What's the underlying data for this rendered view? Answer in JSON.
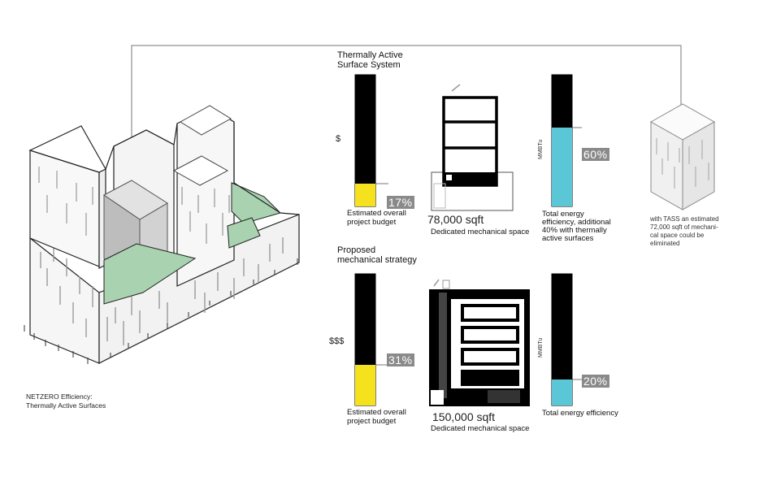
{
  "tass": {
    "title_line1": "Thermally Active",
    "title_line2": "Surface System",
    "cost_symbol": "$",
    "cost_percent": "17%",
    "cost_caption_line1": "Estimated overall",
    "cost_caption_line2": "project budget",
    "mech_area": "78,000 sqft",
    "mech_caption": "Dedicated mechanical space",
    "energy_unit": "MMBTu",
    "energy_percent": "60%",
    "energy_caption_line1": "Total energy",
    "energy_caption_line2": "efficiency, additional",
    "energy_caption_line3": "40% with thermally",
    "energy_caption_line4": "active surfaces",
    "cube_caption_line1": "with TASS an estimated",
    "cube_caption_line2": "72,000 sqft of mechani-",
    "cube_caption_line3": "cal space could be",
    "cube_caption_line4": "eliminated"
  },
  "proposed": {
    "title_line1": "Proposed",
    "title_line2": "mechanical strategy",
    "cost_symbol": "$$$",
    "cost_percent": "31%",
    "cost_caption_line1": "Estimated overall",
    "cost_caption_line2": "project budget",
    "mech_area": "150,000 sqft",
    "mech_caption": "Dedicated mechanical space",
    "energy_unit": "MMBTu",
    "energy_percent": "20%",
    "energy_caption": "Total energy efficiency"
  },
  "legend": {
    "line1": "NETZERO Efficiency:",
    "line2": "Thermally Active Surfaces"
  },
  "bars": {
    "tass_cost_fraction": 0.17,
    "tass_energy_fraction": 0.6,
    "proposed_cost_fraction": 0.31,
    "proposed_energy_fraction": 0.2
  },
  "colors": {
    "bar_black": "#000000",
    "cost_yellow": "#f5e11d",
    "energy_cyan": "#5bc7d6",
    "roof_green": "#a9d3b0",
    "percent_box": "#8a8a8a"
  }
}
